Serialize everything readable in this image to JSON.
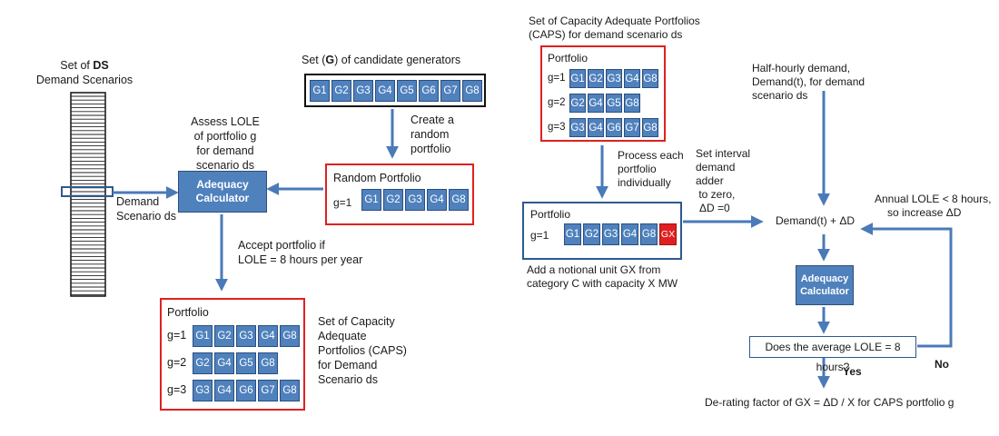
{
  "left": {
    "ds_set": {
      "line1_prefix": "Set of ",
      "line1_bold": "DS",
      "line2": "Demand Scenarios"
    },
    "demand_scenario_label": [
      "Demand",
      "Scenario ds"
    ],
    "candidate_title": {
      "prefix": "Set  (",
      "bold": "G",
      "suffix": ") of candidate generators"
    },
    "candidate_generators": [
      "G1",
      "G2",
      "G3",
      "G4",
      "G5",
      "G6",
      "G7",
      "G8"
    ],
    "create_random": [
      "Create a",
      "random",
      "portfolio"
    ],
    "assess_lole": [
      "Assess LOLE",
      "of portfolio g",
      "for demand",
      "scenario ds"
    ],
    "adequacy_calculator": [
      "Adequacy",
      "Calculator"
    ],
    "random_portfolio": {
      "title": "Random Portfolio",
      "row_label": "g=1",
      "gens": [
        "G1",
        "G2",
        "G3",
        "G4",
        "G8"
      ]
    },
    "accept_text": [
      "Accept portfolio if",
      "LOLE = 8 hours per year"
    ],
    "caps_portfolio": {
      "title": "Portfolio",
      "rows": [
        {
          "label": "g=1",
          "gens": [
            "G1",
            "G2",
            "G3",
            "G4",
            "G8"
          ]
        },
        {
          "label": "g=2",
          "gens": [
            "G2",
            "G4",
            "G5",
            "G8"
          ]
        },
        {
          "label": "g=3",
          "gens": [
            "G3",
            "G4",
            "G6",
            "G7",
            "G8"
          ]
        }
      ]
    },
    "caps_description": [
      "Set of Capacity",
      "Adequate",
      "Portfolios  (CAPS)",
      "for Demand",
      "Scenario ds"
    ]
  },
  "right": {
    "caps_title": [
      "Set of Capacity Adequate Portfolios",
      "(CAPS) for demand scenario ds"
    ],
    "caps_portfolio": {
      "title": "Portfolio",
      "rows": [
        {
          "label": "g=1",
          "gens": [
            "G1",
            "G2",
            "G3",
            "G4",
            "G8"
          ]
        },
        {
          "label": "g=2",
          "gens": [
            "G2",
            "G4",
            "G5",
            "G8"
          ]
        },
        {
          "label": "g=3",
          "gens": [
            "G3",
            "G4",
            "G6",
            "G7",
            "G8"
          ]
        }
      ]
    },
    "process_text": [
      "Process each",
      "portfolio",
      "individually"
    ],
    "portfolio_gx": {
      "title": "Portfolio",
      "row_label": "g=1",
      "gens": [
        "G1",
        "G2",
        "G3",
        "G4",
        "G8"
      ],
      "gx": "GX"
    },
    "notional_text": [
      "Add a notional unit GX from",
      "category C with capacity X MW"
    ],
    "set_interval": [
      "Set interval",
      "demand",
      "adder",
      " to zero,",
      "ΔD =0"
    ],
    "half_hourly": [
      "Half-hourly demand,",
      "Demand(t), for demand",
      "scenario ds"
    ],
    "demand_expr": "Demand(t) + ΔD",
    "annual_lole": [
      "Annual LOLE < 8 hours,",
      "so increase ΔD"
    ],
    "adequacy_calculator": [
      "Adequacy",
      "Calculator"
    ],
    "question": "Does the average LOLE = 8 hours?",
    "yes": "Yes",
    "no": "No",
    "derating": "De-rating factor of GX = ΔD / X for CAPS portfolio g"
  }
}
